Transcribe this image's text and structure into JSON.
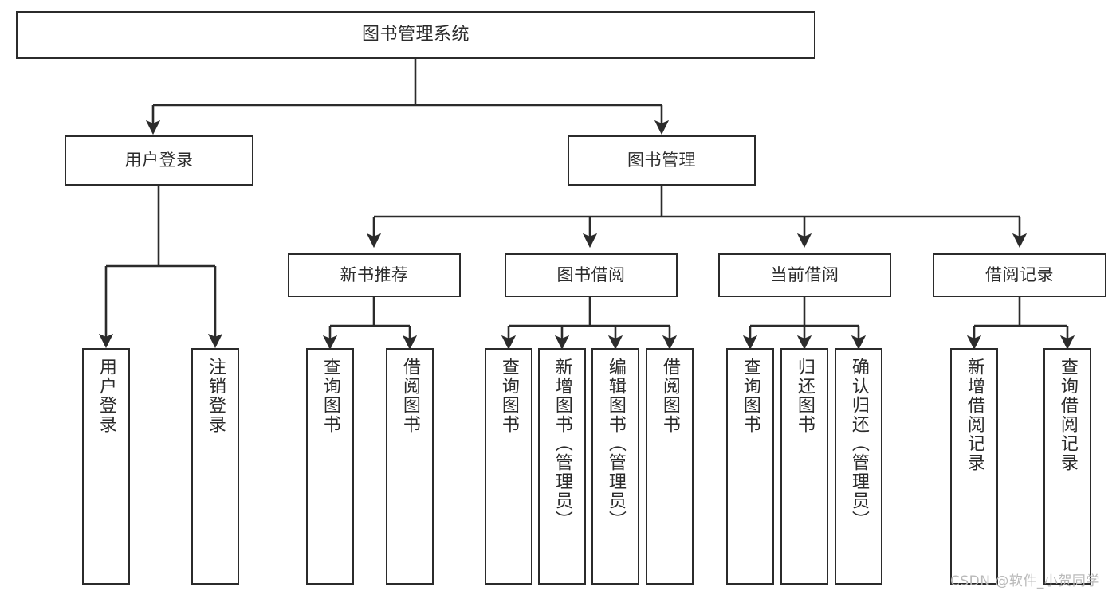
{
  "diagram": {
    "title": "图书管理系统",
    "type": "hierarchy-tree",
    "colors": {
      "box_border": "#2b2b2b",
      "box_fill": "#ffffff",
      "connector": "#2b2b2b",
      "watermark": "#b9b9b9",
      "background": "#ffffff"
    },
    "levels": 4
  },
  "nodes": {
    "root": {
      "label": "图书管理系统"
    },
    "level2": [
      {
        "id": "user-login",
        "label": "用户登录"
      },
      {
        "id": "book-manage",
        "label": "图书管理"
      }
    ],
    "level3": [
      {
        "id": "new-book-recommend",
        "label": "新书推荐"
      },
      {
        "id": "book-borrow",
        "label": "图书借阅"
      },
      {
        "id": "current-borrow",
        "label": "当前借阅"
      },
      {
        "id": "borrow-record",
        "label": "借阅记录"
      }
    ],
    "leaves": {
      "user_login": [
        {
          "id": "leaf-user-login",
          "label": "用户登录"
        },
        {
          "id": "leaf-logout-login",
          "label": "注销登录"
        }
      ],
      "new_book_recommend": [
        {
          "id": "leaf-query-book-1",
          "label": "查询图书"
        },
        {
          "id": "leaf-borrow-book-1",
          "label": "借阅图书"
        }
      ],
      "book_borrow": [
        {
          "id": "leaf-query-book-2",
          "label": "查询图书"
        },
        {
          "id": "leaf-add-book",
          "label": "新增图书（管理员）"
        },
        {
          "id": "leaf-edit-book",
          "label": "编辑图书（管理员）"
        },
        {
          "id": "leaf-borrow-book-2",
          "label": "借阅图书"
        }
      ],
      "current_borrow": [
        {
          "id": "leaf-query-book-3",
          "label": "查询图书"
        },
        {
          "id": "leaf-return-book",
          "label": "归还图书"
        },
        {
          "id": "leaf-confirm-return",
          "label": "确认归还（管理员）"
        }
      ],
      "borrow_record": [
        {
          "id": "leaf-add-record",
          "label": "新增借阅记录"
        },
        {
          "id": "leaf-query-record",
          "label": "查询借阅记录"
        }
      ]
    }
  },
  "watermark": {
    "text": "CSDN @软件_小贺同学"
  }
}
